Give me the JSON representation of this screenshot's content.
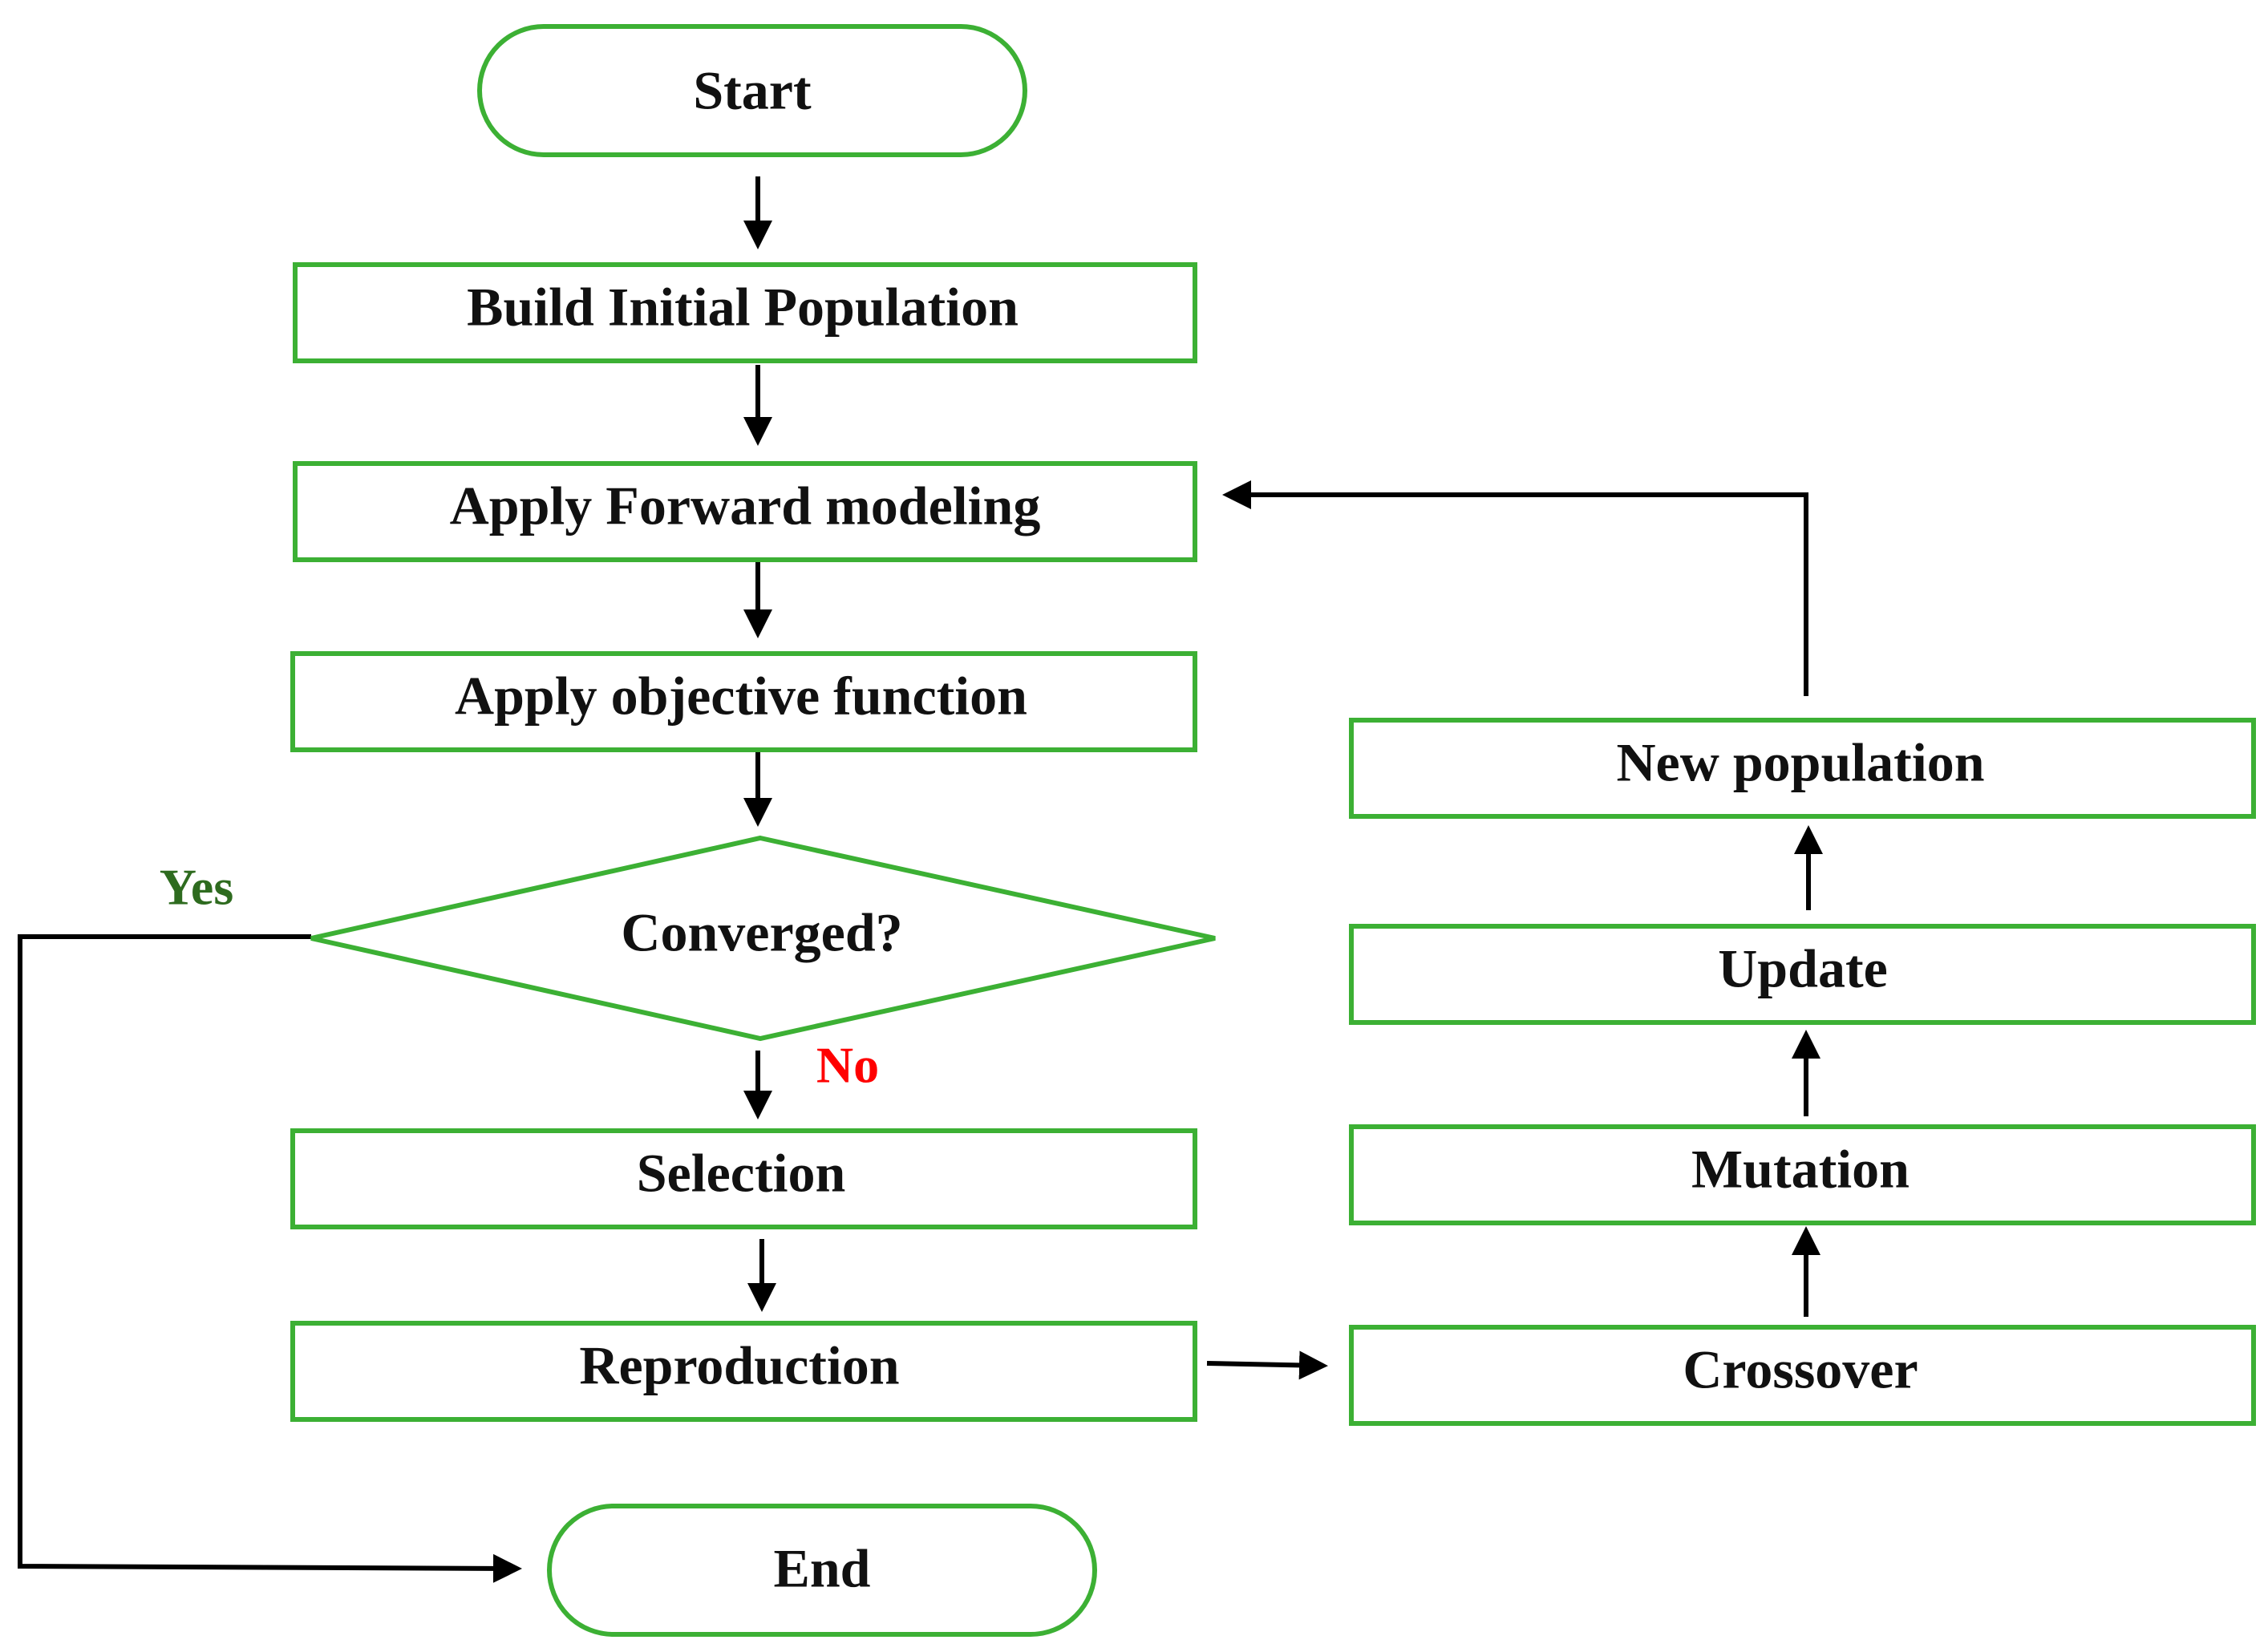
{
  "nodes": {
    "start": "Start",
    "build_initial_population": "Build Initial Population",
    "apply_forward_modeling": "Apply Forward modeling",
    "apply_objective_function": "Apply objective function",
    "converged": "Converged?",
    "selection": "Selection",
    "reproduction": "Reproduction",
    "end": "End",
    "crossover": "Crossover",
    "mutation": "Mutation",
    "update": "Update",
    "new_population": "New population"
  },
  "edge_labels": {
    "yes": "Yes",
    "no": "No"
  },
  "colors": {
    "node_border": "#3cb034",
    "arrow": "#000000",
    "yes_label": "#2e6b1f",
    "no_label": "#ff0000"
  }
}
